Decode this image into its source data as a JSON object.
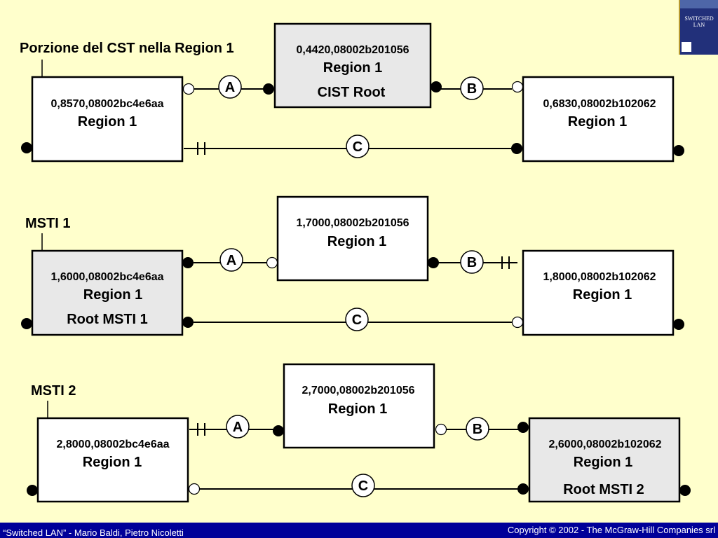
{
  "footer": {
    "left": "“Switched LAN” - Mario Baldi, Pietro Nicoletti",
    "right": "Copyright © 2002 - The McGraw-Hill Companies srl"
  },
  "book_cover": {
    "title_line1": "SWITCHED",
    "title_line2": "LAN"
  },
  "diagrams": [
    {
      "label": "Porzione del CST nella Region 1",
      "left": {
        "id": "0,8570,08002bc4e6aa",
        "region": "Region 1",
        "role": ""
      },
      "center": {
        "id": "0,4420,08002b201056",
        "region": "Region 1",
        "role": "CIST Root"
      },
      "right": {
        "id": "0,6830,08002b102062",
        "region": "Region 1",
        "role": ""
      },
      "links": [
        "A",
        "B",
        "C"
      ]
    },
    {
      "label": "MSTI 1",
      "left": {
        "id": "1,6000,08002bc4e6aa",
        "region": "Region 1",
        "role": "Root MSTI 1"
      },
      "center": {
        "id": "1,7000,08002b201056",
        "region": "Region 1",
        "role": ""
      },
      "right": {
        "id": "1,8000,08002b102062",
        "region": "Region 1",
        "role": ""
      },
      "links": [
        "A",
        "B",
        "C"
      ]
    },
    {
      "label": "MSTI 2",
      "left": {
        "id": "2,8000,08002bc4e6aa",
        "region": "Region 1",
        "role": ""
      },
      "center": {
        "id": "2,7000,08002b201056",
        "region": "Region 1",
        "role": ""
      },
      "right": {
        "id": "2,6000,08002b102062",
        "region": "Region 1",
        "role": "Root MSTI 2"
      },
      "links": [
        "A",
        "B",
        "C"
      ]
    }
  ],
  "colors": {
    "background": "#FFFFCC",
    "root_box": "#E8E8E8",
    "box": "#FFFFFF",
    "footer": "#000099"
  }
}
